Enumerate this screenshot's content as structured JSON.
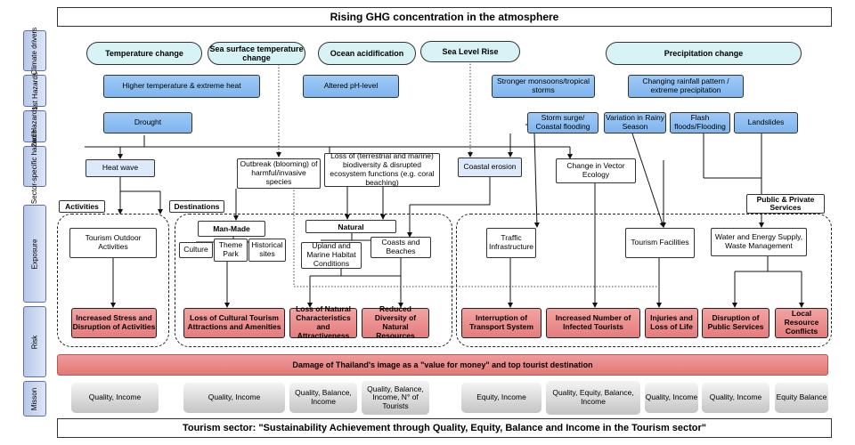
{
  "title": "Rising GHG concentration in the atmosphere",
  "footer": "Tourism sector: \"Sustainability Achievement through Quality, Equity, Balance and Income in the Tourism sector\"",
  "rows": {
    "climate": "Climate drivers",
    "hazards1": "1st Hazards",
    "hazards2": "2nd Hazards",
    "sector": "Sector-specific hazards",
    "exposure": "Exposure",
    "risk": "Risk",
    "mission": "Misson"
  },
  "drivers": {
    "temperature": "Temperature change",
    "sea_surface": "Sea surface temperature change",
    "acidification": "Ocean acidification",
    "sea_level": "Sea Level Rise",
    "precipitation": "Precipitation change"
  },
  "hazards1": {
    "heat": "Higher temperature & extreme heat",
    "ph": "Altered pH-level",
    "monsoon": "Stronger monsoons/tropical storms",
    "rainfall": "Changing rainfall pattern / extreme precipitation"
  },
  "hazards2": {
    "drought": "Drought",
    "storm": "Storm surge/ Coastal flooding",
    "rainy": "Variation in Rainy Season",
    "flash": "Flash floods/Flooding",
    "landslides": "Landslides"
  },
  "sector": {
    "heatwave": "Heat wave",
    "outbreak": "Outbreak (blooming) of harmful/invasive species",
    "biodiversity": "Loss of (terrestrial and marine) biodiversity & disrupted ecosystem functions (e.g. coral beaching)",
    "erosion": "Coastal erosion",
    "vector": "Change in Vector Ecology"
  },
  "groups": {
    "activities": "Activities",
    "destinations": "Destinations",
    "public": "Public & Private Services"
  },
  "exposure": {
    "outdoor": "Tourism Outdoor Activities",
    "manmade": "Man-Made",
    "culture": "Culture",
    "theme": "Theme Park",
    "historical": "Historical sites",
    "natural": "Natural",
    "upland": "Upland and Marine Habitat Conditions",
    "coasts": "Coasts and Beaches",
    "traffic": "Traffic Infrastructure",
    "facilities": "Tourism Facilities",
    "water": "Water and Energy Supply, Waste Management"
  },
  "risks": {
    "stress": "Increased Stress and Disruption of Activities",
    "cultural": "Loss of Cultural Tourism Attractions and Amenities",
    "natural": "Loss of Natural Characteristics and Attractiveness",
    "diversity": "Reduced Diversity of Natural Resources",
    "transport": "Interruption of Transport System",
    "infected": "Increased Number of Infected Tourists",
    "injuries": "Injuries and Loss of Life",
    "public": "Disruption of Public Services",
    "conflicts": "Local Resource Conflicts"
  },
  "damage": "Damage of Thailand's image as a \"value for money\" and top tourist destination",
  "missions": [
    "Quality, Income",
    "Quality, Income",
    "Quality, Balance, Income",
    "Quality, Balance, Income, N° of Tourists",
    "Equity, Income",
    "Quality, Equity, Balance, Income",
    "Quality, Income",
    "Quality, Income",
    "Equity Balance"
  ]
}
